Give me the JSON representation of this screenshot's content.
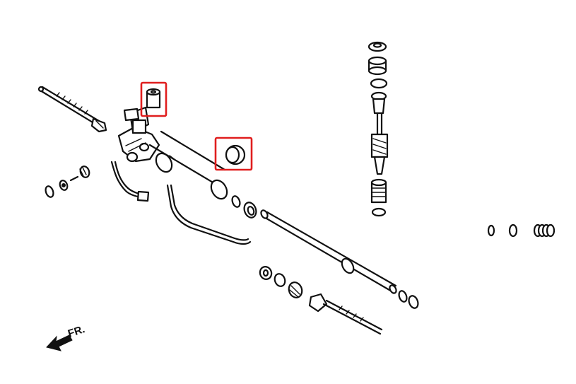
{
  "diagram": {
    "direction_label": "FR.",
    "highlight_color": "#e01e1e",
    "line_color": "#111111",
    "background": "#ffffff",
    "highlighted_parts": [
      "rack-mount-bushing-small",
      "rack-mount-bushing-large"
    ]
  }
}
